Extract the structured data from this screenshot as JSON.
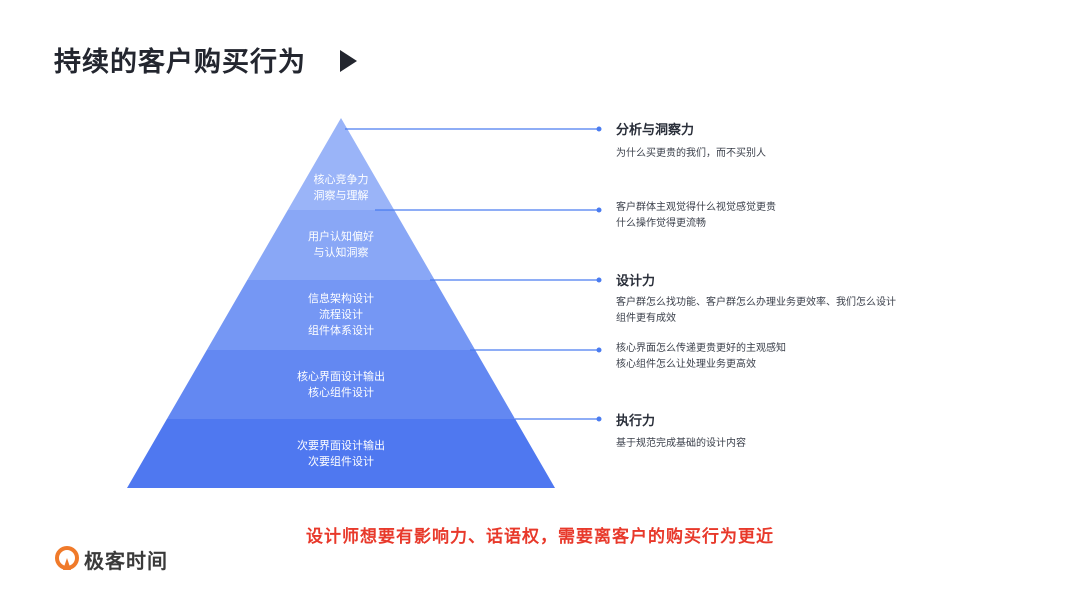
{
  "header": {
    "title": "持续的客户购买行为",
    "play_icon": "play-triangle-icon"
  },
  "pyramid": {
    "layers": [
      {
        "lines": [
          "核心竞争力",
          "洞察与理解"
        ],
        "color": "#9ab4f8"
      },
      {
        "lines": [
          "用户认知偏好",
          "与认知洞察"
        ],
        "color": "#89a7f6"
      },
      {
        "lines": [
          "信息架构设计",
          "流程设计",
          "组件体系设计"
        ],
        "color": "#7597f4"
      },
      {
        "lines": [
          "核心界面设计输出",
          "核心组件设计"
        ],
        "color": "#6388f2"
      },
      {
        "lines": [
          "次要界面设计输出",
          "次要组件设计"
        ],
        "color": "#4f78f0"
      }
    ]
  },
  "annotations": [
    {
      "title": "分析与洞察力",
      "lines": [
        "为什么买更贵的我们，而不买别人"
      ]
    },
    {
      "title": "",
      "lines": [
        "客户群体主观觉得什么视觉感觉更贵",
        "什么操作觉得更流畅"
      ]
    },
    {
      "title": "设计力",
      "lines": [
        "客户群怎么找功能、客户群怎么办理业务更效率、我们怎么设计",
        "组件更有成效"
      ]
    },
    {
      "title": "",
      "lines": [
        "核心界面怎么传递更贵更好的主观感知",
        "核心组件怎么让处理业务更高效"
      ]
    },
    {
      "title": "执行力",
      "lines": [
        "基于规范完成基础的设计内容"
      ]
    }
  ],
  "connector_color": "#4a7cf0",
  "tagline": "设计师想要有影响力、话语权，需要离客户的购买行为更近",
  "logo": {
    "text": "极客时间",
    "icon": "geektime-logo-icon",
    "color": "#f07a2a"
  }
}
